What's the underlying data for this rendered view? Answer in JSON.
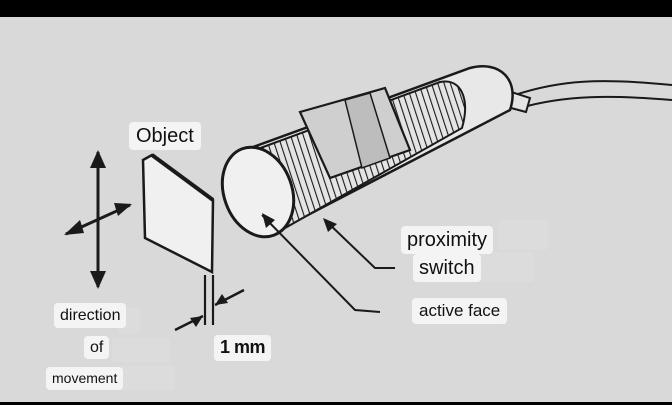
{
  "labels": {
    "object": "Object",
    "proximity": "proximity",
    "switch": "switch",
    "active_face": "active face",
    "direction": "direction",
    "of": "of",
    "movement": "movement",
    "gap": "1 mm"
  },
  "colors": {
    "background": "#d9d9d9",
    "ink": "#1a1a1a",
    "label_bg": "#f4f4f4"
  }
}
